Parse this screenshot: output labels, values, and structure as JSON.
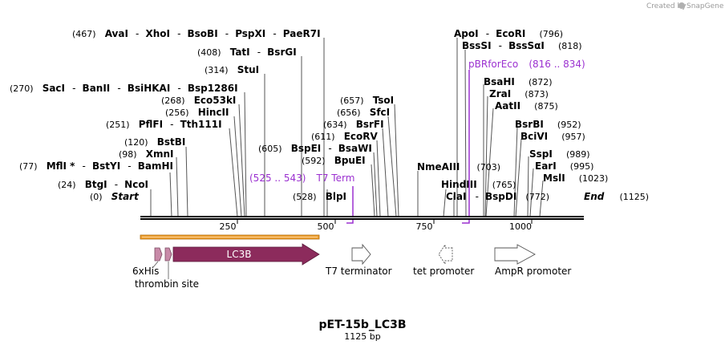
{
  "credit": {
    "prefix": "Created by",
    "brand": "SnapGene"
  },
  "title": "pET-15b_LC3B",
  "length_label": "1125 bp",
  "sequence_length": 1125,
  "axis_ticks": [
    "250",
    "500",
    "750",
    "1000"
  ],
  "ends": {
    "start": {
      "label": "Start",
      "position": "(0)"
    },
    "end": {
      "label": "End",
      "position": "(1125)"
    }
  },
  "site_rows": [
    {
      "pos_label": "(467)",
      "names": [
        "AvaI",
        "XhoI",
        "BsoBI",
        "PspXI",
        "PaeR7I"
      ]
    },
    {
      "pos_label": "(408)",
      "names": [
        "TatI",
        "BsrGI"
      ]
    },
    {
      "pos_label": "(314)",
      "names": [
        "StuI"
      ]
    },
    {
      "pos_label": "(270)",
      "names": [
        "SacI",
        "BanII",
        "BsiHKAI",
        "Bsp1286I"
      ]
    },
    {
      "pos_label": "(268)",
      "names": [
        "Eco53kI"
      ]
    },
    {
      "pos_label": "(256)",
      "names": [
        "HincII"
      ]
    },
    {
      "pos_label": "(251)",
      "names": [
        "PflFI",
        "Tth111I"
      ]
    },
    {
      "pos_label": "(120)",
      "names": [
        "BstBI"
      ]
    },
    {
      "pos_label": "(98)",
      "names": [
        "XmnI"
      ]
    },
    {
      "pos_label": "(77)",
      "names": [
        "MflI *",
        "BstYI",
        "BamHI"
      ]
    },
    {
      "pos_label": "(24)",
      "names": [
        "BtgI",
        "NcoI"
      ]
    },
    {
      "pos_label": "(657)",
      "names": [
        "TsoI"
      ]
    },
    {
      "pos_label": "(656)",
      "names": [
        "SfcI"
      ]
    },
    {
      "pos_label": "(634)",
      "names": [
        "BsrFI"
      ]
    },
    {
      "pos_label": "(611)",
      "names": [
        "EcoRV"
      ]
    },
    {
      "pos_label": "(605)",
      "names": [
        "BspEI",
        "BsaWI"
      ]
    },
    {
      "pos_label": "(592)",
      "names": [
        "BpuEI"
      ]
    },
    {
      "pos_label": "(528)",
      "names": [
        "BlpI"
      ]
    },
    {
      "pos_label": "",
      "names": [
        "NmeAIII"
      ]
    },
    {
      "pos_label": "(703)",
      "names": []
    },
    {
      "pos_label": "(765)",
      "names": [
        "HindIII"
      ]
    },
    {
      "pos_label": "",
      "names": [
        "ClaI",
        "BspDI"
      ]
    },
    {
      "pos_label": "(772)",
      "names": []
    },
    {
      "pos_label": "(796)",
      "names": [
        "ApoI",
        "EcoRI"
      ]
    },
    {
      "pos_label": "(818)",
      "names": [
        "BssSI",
        "BssSαI"
      ]
    },
    {
      "pos_label": "(872)",
      "names": [
        "BsaHI"
      ]
    },
    {
      "pos_label": "(873)",
      "names": [
        "ZraI"
      ]
    },
    {
      "pos_label": "(875)",
      "names": [
        "AatII"
      ]
    },
    {
      "pos_label": "(952)",
      "names": [
        "BsrBI"
      ]
    },
    {
      "pos_label": "(957)",
      "names": [
        "BciVI"
      ]
    },
    {
      "pos_label": "(989)",
      "names": [
        "SspI"
      ]
    },
    {
      "pos_label": "(995)",
      "names": [
        "EarI"
      ]
    },
    {
      "pos_label": "(1023)",
      "names": [
        "MslI"
      ]
    }
  ],
  "primers": [
    {
      "name": "T7 Term",
      "range": "(525 .. 543)",
      "start": 525,
      "end": 543
    },
    {
      "name": "pBRforEco",
      "range": "(816 .. 834)",
      "start": 816,
      "end": 834
    }
  ],
  "features": [
    {
      "name": "6xHis",
      "kind": "tag",
      "color": "#c88aa8"
    },
    {
      "name": "thrombin site",
      "kind": "site",
      "color": "#c88aa8"
    },
    {
      "name": "LC3B",
      "kind": "cds",
      "color": "#8c2b5c"
    },
    {
      "name": "T7 terminator",
      "kind": "terminator",
      "color": "#ffffff"
    },
    {
      "name": "tet promoter",
      "kind": "promoter",
      "color": "#ffffff"
    },
    {
      "name": "AmpR promoter",
      "kind": "promoter",
      "color": "#ffffff"
    }
  ],
  "colors": {
    "backbone": "#000000",
    "orf_bar": "#f0a030",
    "cds": "#8c2b5c",
    "tag": "#c88aa8",
    "primer": "#9b30d0"
  }
}
